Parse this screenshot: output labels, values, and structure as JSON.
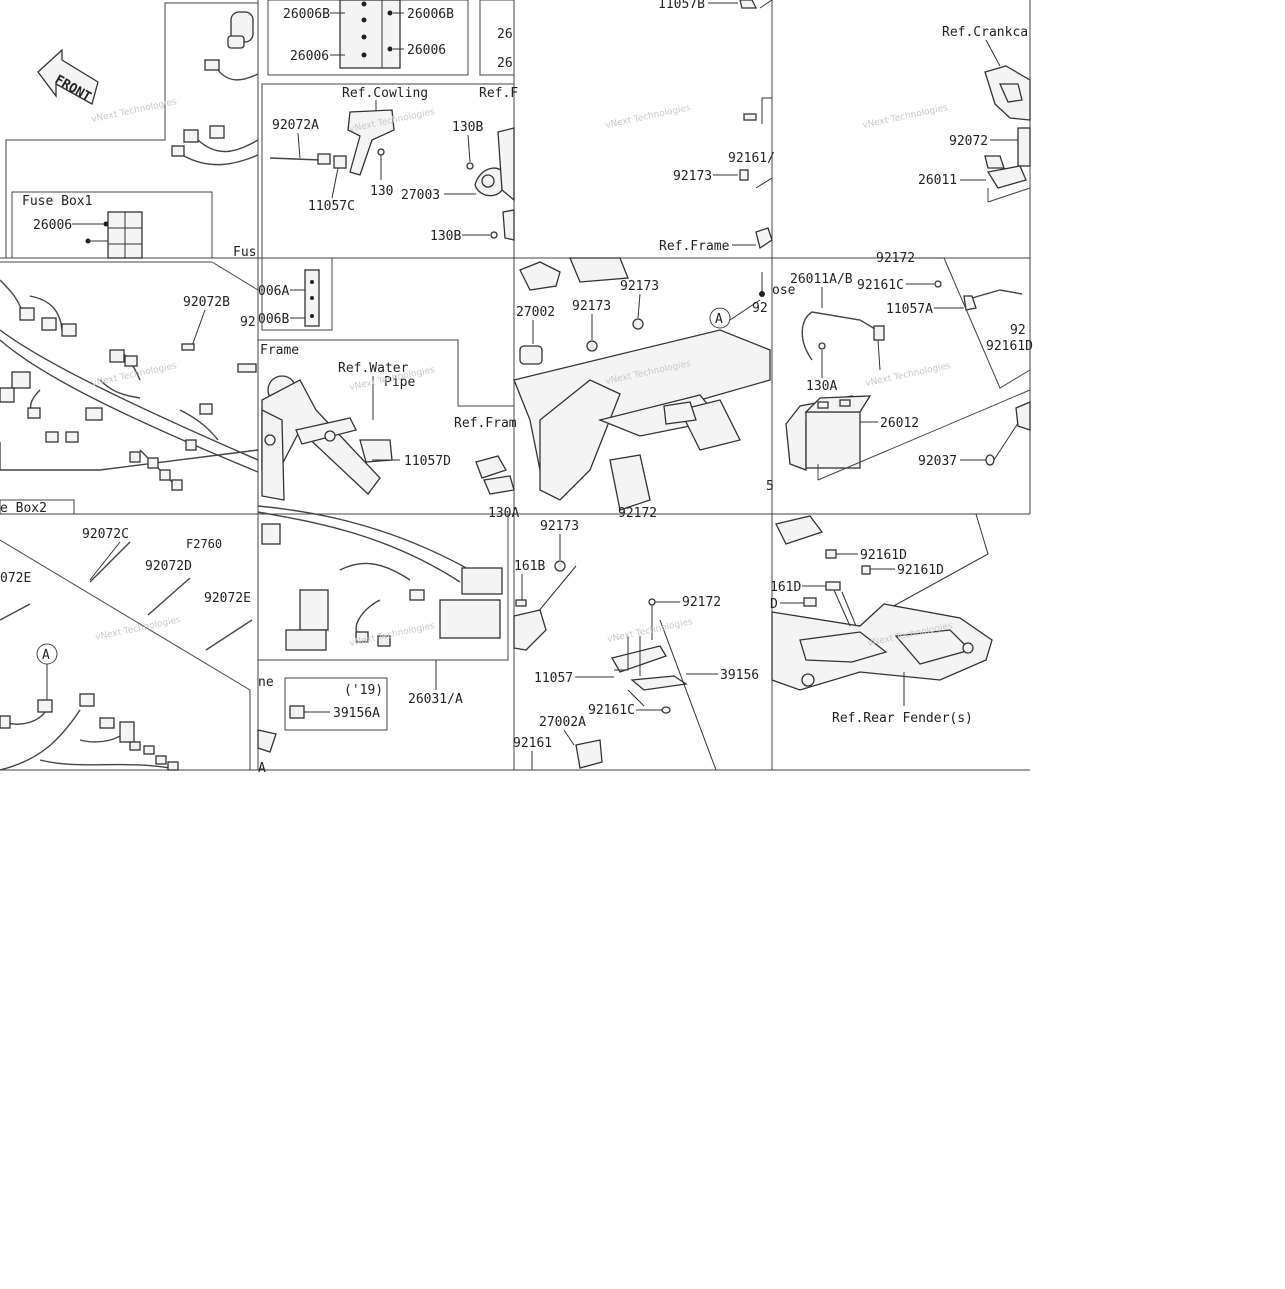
{
  "front_label": "FRONT",
  "watermark": "vNext Technologies",
  "marker_a": "A",
  "fuse_box_1_title": "Fuse Box1",
  "fuse_box_2_title": "e Box2",
  "fuse_box_partial_title": "Fus",
  "edition_note": "('19)",
  "figure_code": "F2760",
  "refs": {
    "cowling": "Ref.Cowling",
    "f_partial": "Ref.F",
    "crankcase_partial": "Ref.Crankca",
    "frame": "Ref.Frame",
    "frame_partial": "Frame",
    "water": "Ref.Water",
    "water_pipe": "Pipe",
    "fram_partial": "Ref.Fram",
    "rear_fender": "Ref.Rear Fender(s)",
    "ne_partial": "ne",
    "hose_partial": "ose"
  },
  "part_labels": {
    "p26006B_left": "26006B",
    "p26006B_right": "26006B",
    "p26006_left": "26006",
    "p26006_right": "26006",
    "p26006_fb1": "26006",
    "p26006A": "006A",
    "p26006B_fb": "006B",
    "p92072A": "92072A",
    "p130B_top": "130B",
    "p11057C": "11057C",
    "p130": "130",
    "p27003": "27003",
    "p130B_mid": "130B",
    "p11057B_top": "11057B",
    "p26_a": "26",
    "p26_b": "26",
    "p92161_partial": "92161/",
    "p92173_top": "92173",
    "p92072_right": "92072",
    "p26011": "26011",
    "p92072B": "92072B",
    "p92_cut": "92",
    "p27002": "27002",
    "p92173_a": "92173",
    "p92173_b": "92173",
    "p92_mid": "92",
    "p26011AB": "26011A/B",
    "p92161C_top": "92161C",
    "p11057A": "11057A",
    "p92172_top": "92172",
    "p92161D_right": "92161D",
    "p92_right": "92",
    "p11057D": "11057D",
    "p130A": "130A",
    "p26012": "26012",
    "p92037": "92037",
    "p92072C": "92072C",
    "p92072D": "92072D",
    "p92072E_a": "92072E",
    "p92072E_b": "072E",
    "p130A_bottom": "130A",
    "p92172_mid": "92172",
    "p92173_c": "92173",
    "p161B": "161B",
    "p92172_low": "92172",
    "p92161D_a": "92161D",
    "p92161D_b": "92161D",
    "p161D": "161D",
    "p_D": "D",
    "p26031A": "26031/A",
    "p39156A": "39156A",
    "p11057": "11057",
    "p39156": "39156",
    "p92161C_low": "92161C",
    "p27002A": "27002A",
    "p92161": "92161",
    "p_a_small": "A",
    "p_5": "5"
  }
}
